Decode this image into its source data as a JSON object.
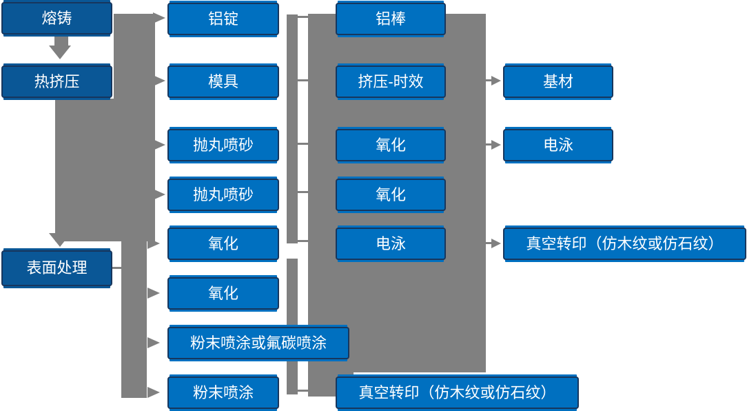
{
  "diagram": {
    "colors": {
      "node_blue": "#0070c0",
      "stage_blue": "#0a5796",
      "box_border": "#17365d",
      "connector_gray": "#808080",
      "text_white": "#ffffff",
      "background": "#ffffff"
    },
    "stages": [
      {
        "label": "熔铸"
      },
      {
        "label": "热挤压"
      },
      {
        "label": "表面处理"
      }
    ],
    "process_nodes": [
      {
        "label": "铝锭"
      },
      {
        "label": "模具"
      },
      {
        "label": "抛丸喷砂"
      },
      {
        "label": "抛丸喷砂"
      },
      {
        "label": "氧化"
      },
      {
        "label": "氧化"
      },
      {
        "label": "粉末喷涂或氟碳喷涂"
      },
      {
        "label": "粉末喷涂"
      }
    ],
    "middle_nodes": [
      {
        "label": "铝棒"
      },
      {
        "label": "挤压-时效"
      },
      {
        "label": "氧化"
      },
      {
        "label": "氧化"
      },
      {
        "label": "电泳"
      },
      {
        "label": "真空转印（仿木纹或仿石纹）"
      }
    ],
    "output_nodes": [
      {
        "label": "基材"
      },
      {
        "label": "电泳"
      },
      {
        "label": "真空转印（仿木纹或仿石纹）"
      }
    ]
  }
}
